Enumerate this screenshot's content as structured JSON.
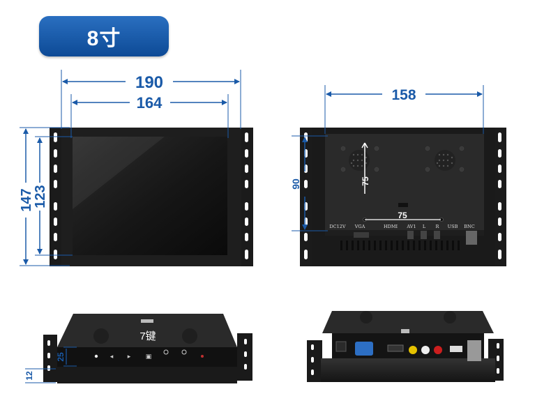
{
  "badge": {
    "label": "8寸"
  },
  "front": {
    "width_overall": "190",
    "width_screen": "164",
    "height_overall": "147",
    "height_screen": "123"
  },
  "back": {
    "width_mount": "158",
    "height_mount": "90",
    "vesa_h": "75",
    "vesa_v": "75",
    "ports": [
      "DC12V",
      "VGA",
      "HDMI",
      "AV1",
      "L",
      "R",
      "USB",
      "BNC"
    ]
  },
  "bottom_view": {
    "keys_label": "7键",
    "depth_keys": "25",
    "depth_frame": "12"
  },
  "colors": {
    "dimension": "#1a5aa8",
    "badge": "#0d4a96",
    "metal": "#1e1e1e"
  }
}
